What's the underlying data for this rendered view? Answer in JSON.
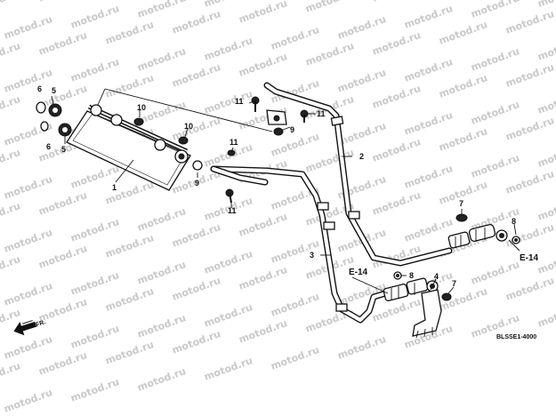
{
  "diagram": {
    "watermark": "motod.ru",
    "part_callouts": {
      "c1": "1",
      "c2": "2",
      "c3": "3",
      "c4": "4",
      "c5a": "5",
      "c5b": "5",
      "c6a": "6",
      "c6b": "6",
      "c7a": "7",
      "c7b": "7",
      "c8a": "8",
      "c8b": "8",
      "c9a": "9",
      "c9b": "9",
      "c10a": "10",
      "c10b": "10",
      "c11a": "11",
      "c11b": "11",
      "c11c": "11",
      "c11d": "11"
    },
    "references": {
      "e14_right": "E-14",
      "e14_left": "E-14"
    },
    "front_arrow": "FR.",
    "diagram_code": "BLSSE1-4000"
  }
}
